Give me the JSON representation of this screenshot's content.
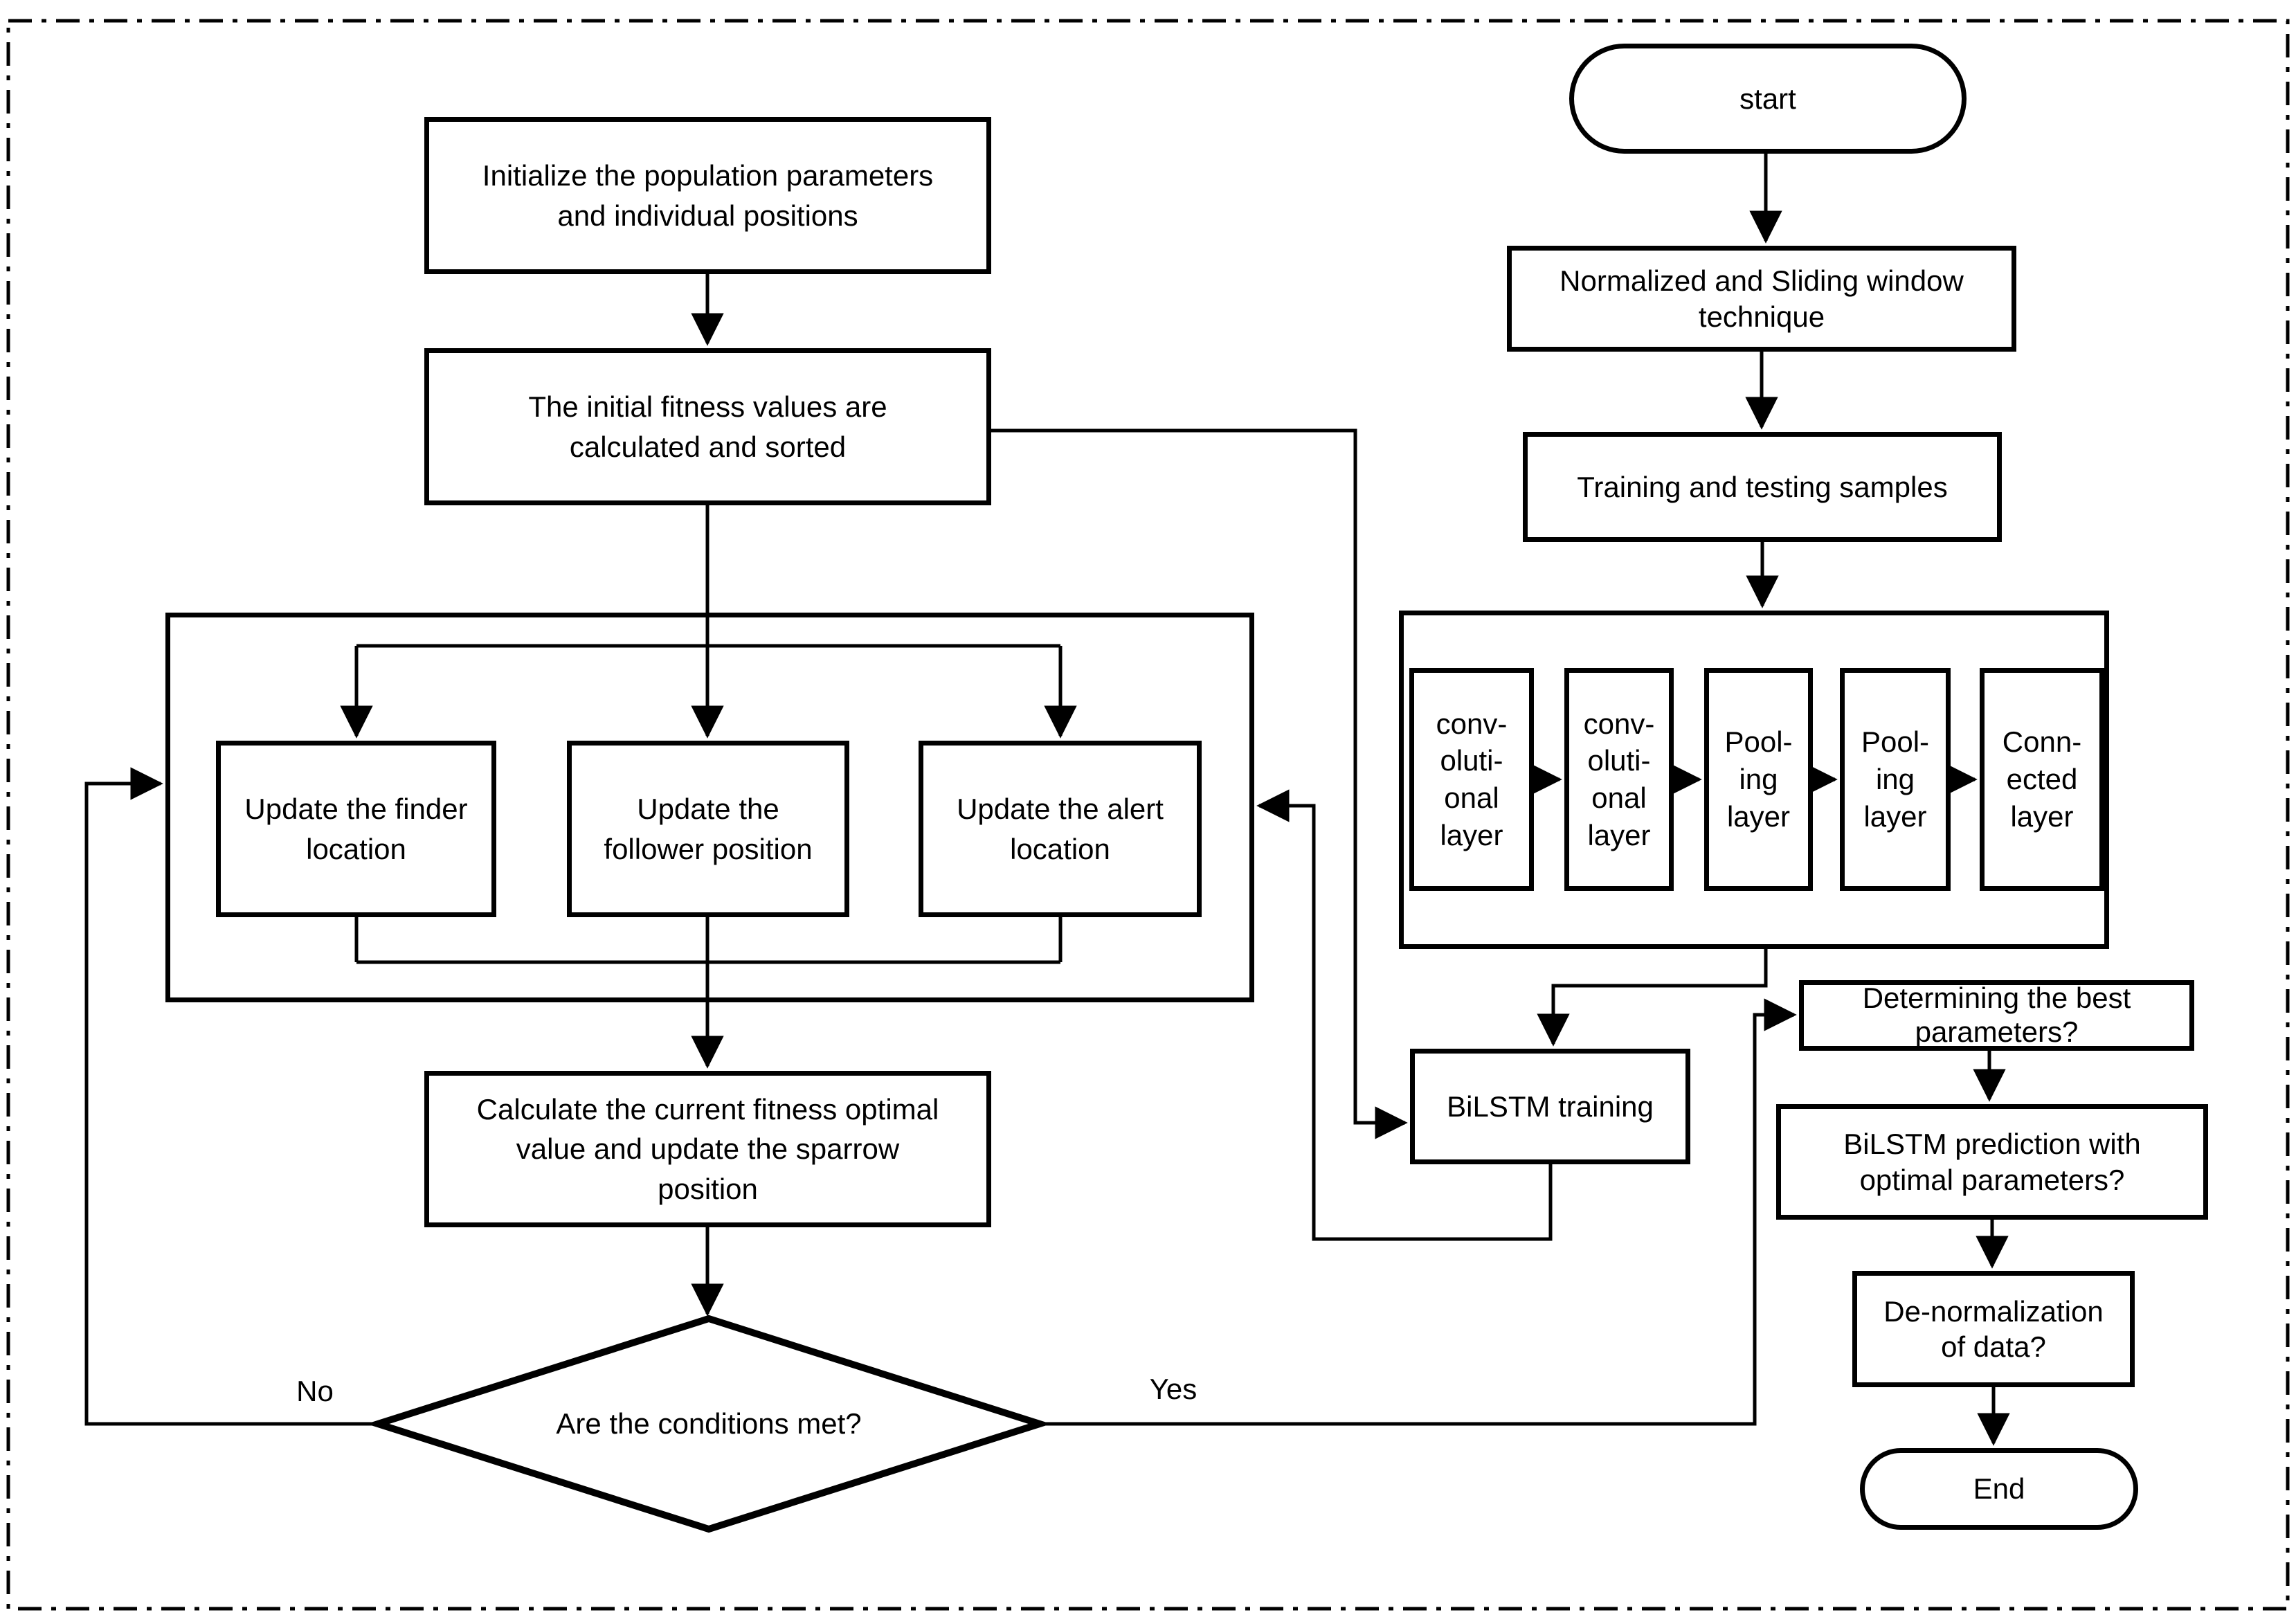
{
  "colors": {
    "stroke": "#000000",
    "background": "#ffffff"
  },
  "nodes": {
    "initialize": {
      "label": "Initialize the population parameters\nand individual positions",
      "type": "process"
    },
    "fitness": {
      "label": "The initial fitness values are\ncalculated and sorted",
      "type": "process"
    },
    "update_finder": {
      "label": "Update the finder\nlocation",
      "type": "process"
    },
    "update_follower": {
      "label": "Update the\nfollower position",
      "type": "process"
    },
    "update_alert": {
      "label": "Update the alert\nlocation",
      "type": "process"
    },
    "calculate": {
      "label": "Calculate the current fitness optimal\nvalue and update the sparrow\nposition",
      "type": "process"
    },
    "conditions": {
      "label": "Are the conditions met?",
      "type": "decision"
    },
    "start": {
      "label": "start",
      "type": "terminator"
    },
    "normalized": {
      "label": "Normalized and Sliding window\ntechnique",
      "type": "process"
    },
    "samples": {
      "label": "Training and testing samples",
      "type": "process"
    },
    "conv1": {
      "label": "conv-\noluti-\nonal\nlayer",
      "type": "process"
    },
    "conv2": {
      "label": "conv-\noluti-\nonal\nlayer",
      "type": "process"
    },
    "pool1": {
      "label": "Pool-\ning\nlayer",
      "type": "process"
    },
    "pool2": {
      "label": "Pool-\ning\nlayer",
      "type": "process"
    },
    "connected": {
      "label": "Conn-\nected\nlayer",
      "type": "process"
    },
    "bilstm_training": {
      "label": "BiLSTM training",
      "type": "process"
    },
    "determining": {
      "label": "Determining the best\nparameters?",
      "type": "process"
    },
    "prediction": {
      "label": "BiLSTM prediction with\noptimal parameters?",
      "type": "process"
    },
    "denormalization": {
      "label": "De-normalization\nof data?",
      "type": "process"
    },
    "end": {
      "label": "End",
      "type": "terminator"
    }
  },
  "edge_labels": {
    "yes": "Yes",
    "no": "No"
  },
  "edges": [
    {
      "from": "initialize",
      "to": "fitness"
    },
    {
      "from": "fitness",
      "to": "update_finder"
    },
    {
      "from": "fitness",
      "to": "update_follower"
    },
    {
      "from": "fitness",
      "to": "update_alert"
    },
    {
      "from": "update_finder",
      "to": "calculate"
    },
    {
      "from": "update_follower",
      "to": "calculate"
    },
    {
      "from": "update_alert",
      "to": "calculate"
    },
    {
      "from": "calculate",
      "to": "conditions"
    },
    {
      "from": "conditions",
      "to": "ssa_loop",
      "label": "No"
    },
    {
      "from": "conditions",
      "to": "determining",
      "label": "Yes"
    },
    {
      "from": "fitness",
      "to": "bilstm_training"
    },
    {
      "from": "start",
      "to": "normalized"
    },
    {
      "from": "normalized",
      "to": "samples"
    },
    {
      "from": "samples",
      "to": "cnn_container"
    },
    {
      "from": "conv1",
      "to": "conv2"
    },
    {
      "from": "conv2",
      "to": "pool1"
    },
    {
      "from": "pool1",
      "to": "pool2"
    },
    {
      "from": "pool2",
      "to": "connected"
    },
    {
      "from": "cnn_container",
      "to": "bilstm_training"
    },
    {
      "from": "bilstm_training",
      "to": "ssa_loop"
    },
    {
      "from": "determining",
      "to": "prediction"
    },
    {
      "from": "prediction",
      "to": "denormalization"
    },
    {
      "from": "denormalization",
      "to": "end"
    }
  ]
}
